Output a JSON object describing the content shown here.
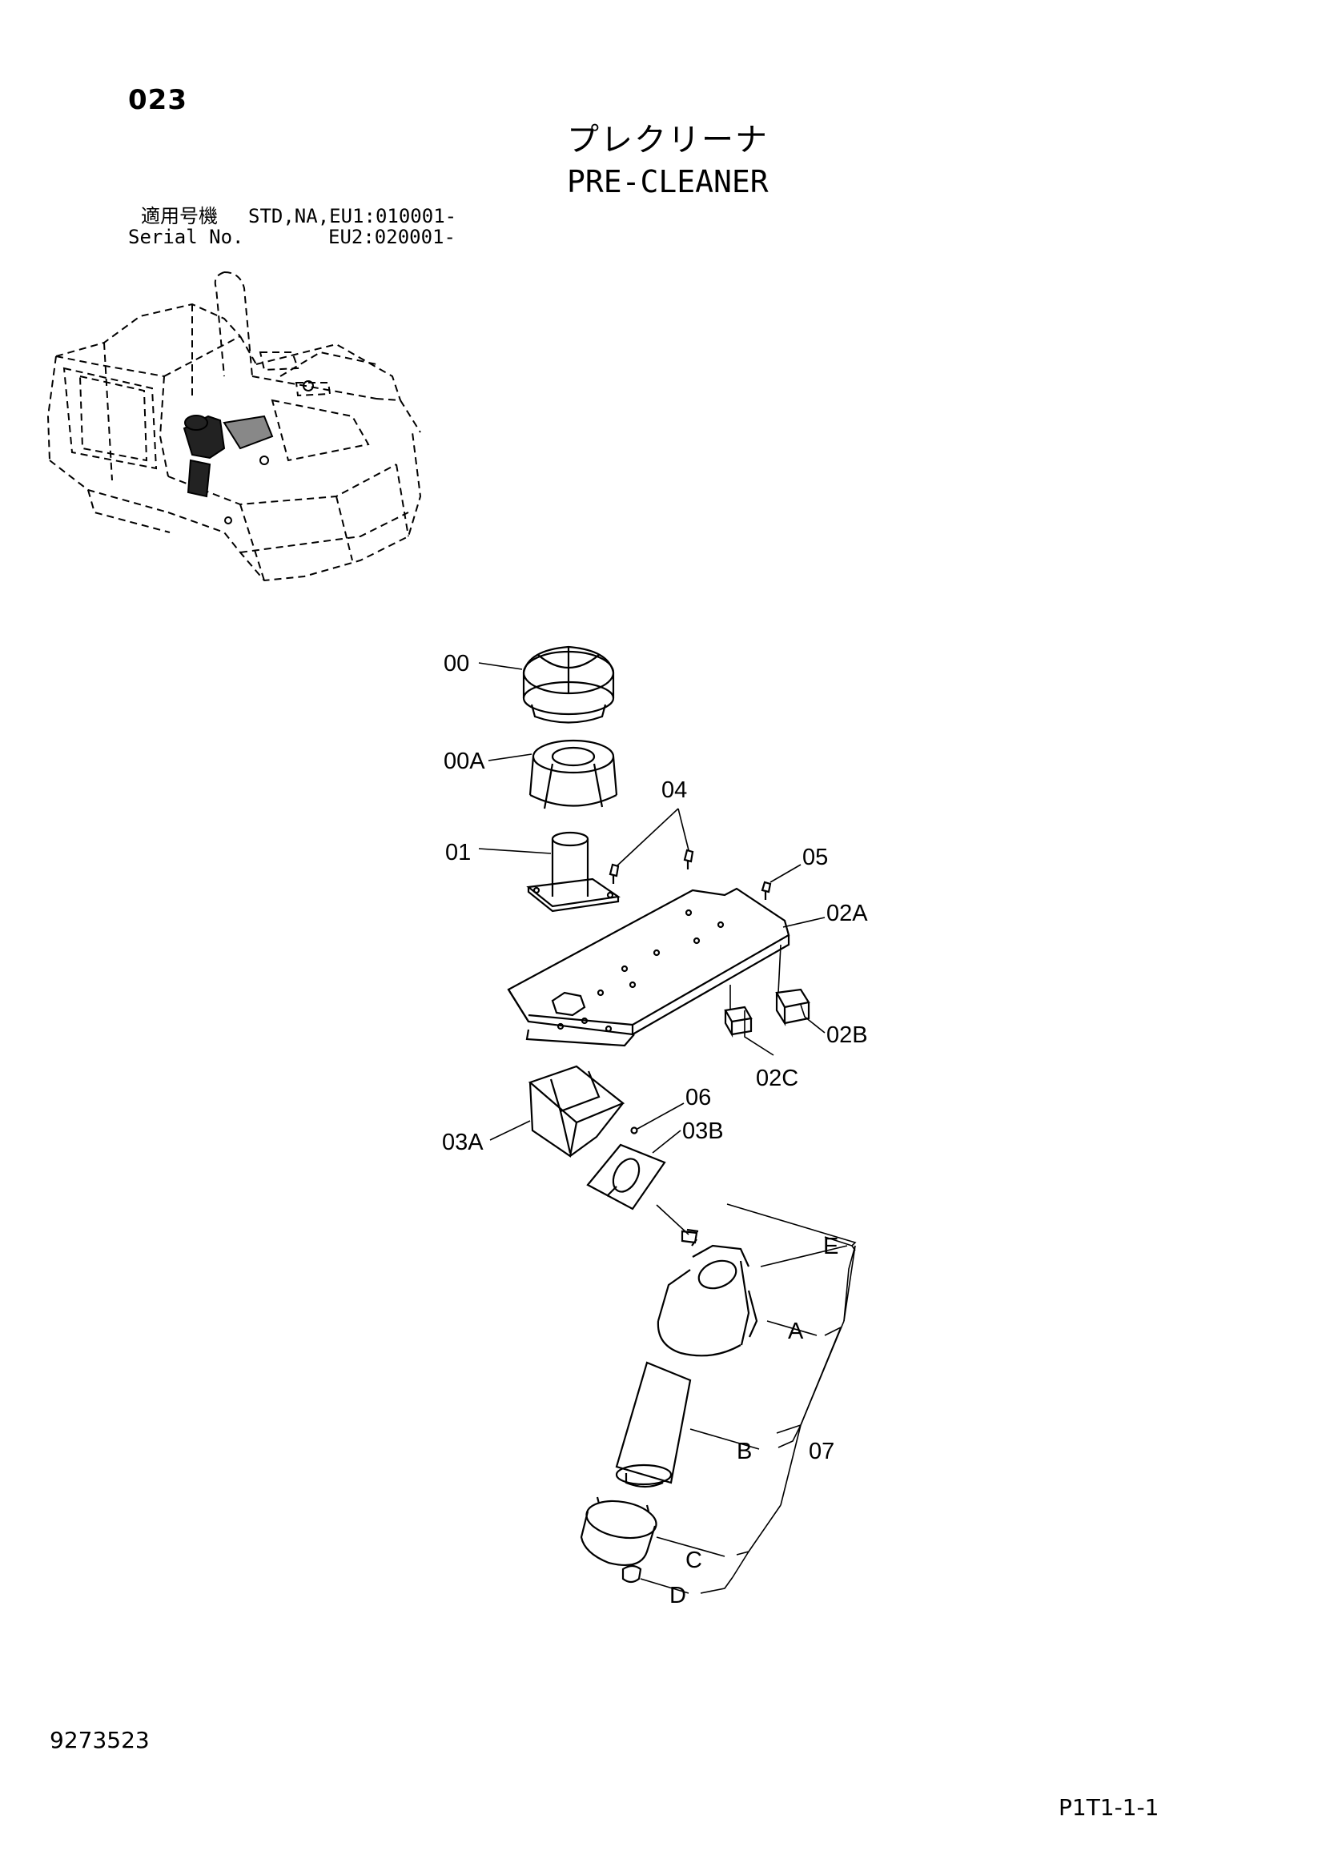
{
  "header": {
    "page_number": "023",
    "title_jp": "プレクリーナ",
    "title_en": "PRE-CLEANER"
  },
  "serial": {
    "label_jp": "適用号機",
    "label_en": "Serial No.",
    "models_line1": "STD,NA,EU1:010001-",
    "models_line2": "EU2:020001-"
  },
  "callouts": [
    "00",
    "00A",
    "01",
    "04",
    "05",
    "02A",
    "02B",
    "02C",
    "03A",
    "06",
    "03B",
    "E",
    "A",
    "B",
    "C",
    "D",
    "07"
  ],
  "footer": {
    "doc_number": "9273523",
    "sheet_ref": "P1T1-1-1"
  }
}
